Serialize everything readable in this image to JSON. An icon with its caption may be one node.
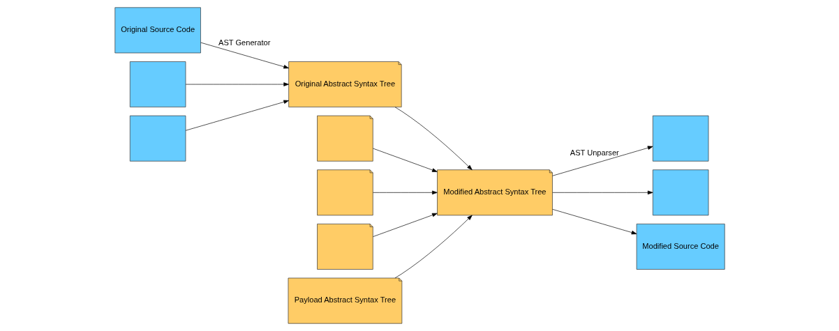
{
  "diagram": {
    "nodes": [
      {
        "text": [
          "Original Source Code"
        ]
      },
      {
        "text": [],
        "shape": "box"
      },
      {
        "text": [],
        "shape": "box"
      },
      {
        "text": [
          "Original Abstract Syntax Tree"
        ]
      },
      {
        "text": [
          "Modified Abstract Syntax Tree"
        ]
      },
      {
        "text": [],
        "shape": "document"
      },
      {
        "text": [],
        "shape": "document"
      },
      {
        "text": [],
        "shape": "document"
      },
      {
        "text": [
          "Payload Abstract Syntax Tree"
        ]
      },
      {
        "text": [],
        "shape": "box"
      },
      {
        "text": [],
        "shape": "box"
      },
      {
        "text": [
          "Modified Source Code"
        ]
      }
    ],
    "edges": [
      {
        "from": 0,
        "to": 3,
        "arrow": "to",
        "label": "AST Generator"
      },
      {
        "from": 1,
        "to": 3,
        "arrow": "to"
      },
      {
        "from": 2,
        "to": 3,
        "arrow": "to"
      },
      {
        "from": 3,
        "to": 4,
        "arrow": "to"
      },
      {
        "from": 5,
        "to": 4,
        "arrow": "to"
      },
      {
        "from": 6,
        "to": 4,
        "arrow": "to"
      },
      {
        "from": 7,
        "to": 4,
        "arrow": "to"
      },
      {
        "from": 8,
        "to": 4,
        "arrow": "to"
      },
      {
        "from": 4,
        "to": 9,
        "arrow": "to",
        "label": "AST Unparser"
      },
      {
        "from": 4,
        "to": 10,
        "arrow": "to"
      },
      {
        "from": 4,
        "to": 11,
        "arrow": "to"
      }
    ]
  }
}
